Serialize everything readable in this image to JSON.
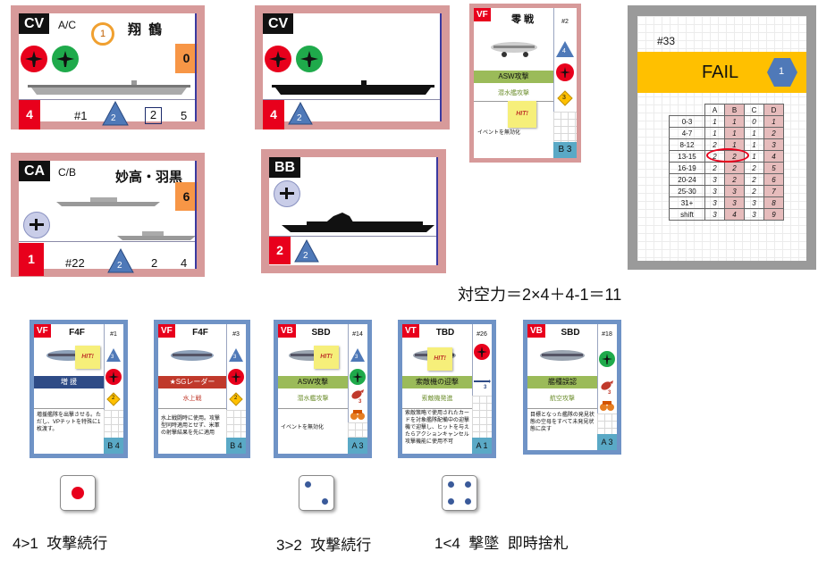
{
  "cards": {
    "cv1": {
      "type": "CV",
      "subtype": "A/C",
      "name": "翔 鶴",
      "medal": "1",
      "orange": "0",
      "red": "4",
      "num": "#1",
      "tri": "2",
      "box": "2",
      "last": "5"
    },
    "cv2": {
      "type": "CV",
      "red": "4",
      "tri": "2"
    },
    "ca": {
      "type": "CA",
      "subtype": "C/B",
      "name": "妙高・羽黒",
      "orange": "6",
      "red": "1",
      "num": "#22",
      "tri": "2",
      "a": "2",
      "b": "4"
    },
    "bb": {
      "type": "BB",
      "red": "2",
      "tri": "2"
    }
  },
  "zero": {
    "badge": "VF",
    "name": "零 戦",
    "num": "#2",
    "tri": "4",
    "diamond": "3",
    "band": "ASW攻撃",
    "subline": "潜水艦攻撃",
    "desc": "イベントを無効化",
    "grade": "B 3",
    "sticky": "HIT!"
  },
  "fail": {
    "id": "#33",
    "title": "FAIL",
    "hex": "1",
    "headers": [
      "",
      "A",
      "B",
      "C",
      "D"
    ],
    "rows": [
      [
        "0-3",
        "1",
        "1",
        "0",
        "1"
      ],
      [
        "4-7",
        "1",
        "1",
        "1",
        "2"
      ],
      [
        "8-12",
        "2",
        "1",
        "1",
        "3"
      ],
      [
        "13-15",
        "2",
        "2",
        "1",
        "4"
      ],
      [
        "16-19",
        "2",
        "2",
        "2",
        "5"
      ],
      [
        "20-24",
        "3",
        "2",
        "2",
        "6"
      ],
      [
        "25-30",
        "3",
        "3",
        "2",
        "7"
      ],
      [
        "31+",
        "3",
        "3",
        "3",
        "8"
      ],
      [
        "shift",
        "3",
        "4",
        "3",
        "9"
      ]
    ]
  },
  "aa_formula": "対空力＝2×4＋4-1＝11",
  "aircraft": [
    {
      "badge": "VF",
      "name": "F4F",
      "num": "#1",
      "tri": "3",
      "diamond": "2",
      "band": "増 援",
      "desc": "増援艦隊を出撃させる。ただし、VPチットを特殊に1枚渡す。",
      "grade": "B 4",
      "sticky": "HIT!"
    },
    {
      "badge": "VF",
      "name": "F4F",
      "num": "#3",
      "tri": "3",
      "diamond": "2",
      "band": "★SGレーダー",
      "subline": "水上戦",
      "desc": "水上戦闘時に使用。攻撃型同時適用とせず、米軍の射撃結果を先に適用",
      "grade": "B 4"
    },
    {
      "badge": "VB",
      "name": "SBD",
      "num": "#14",
      "tri": "3",
      "bomb": "3",
      "band": "ASW攻撃",
      "subline": "潜水艦攻撃",
      "desc": "イベントを無効化",
      "grade": "A 3",
      "sticky": "HIT!"
    },
    {
      "badge": "VT",
      "name": "TBD",
      "num": "#26",
      "torpedo": "3",
      "band": "索敵機の迎撃",
      "subline": "索敵機発進",
      "desc": "索敵策略で使用されたカードを対象艦隊配備中の迎撃機で迎撃し、ヒットを与えたらアクションキャンセル攻撃機能に使用不可",
      "grade": "A 1",
      "sticky": "HIT!"
    },
    {
      "badge": "VB",
      "name": "SBD",
      "num": "#18",
      "bomb": "3",
      "band": "艦種誤認",
      "subline": "航空攻撃",
      "desc": "目標となった艦隊の発見状態の空母をすべて未発見状態に戻す",
      "grade": "A 3"
    }
  ],
  "dice_captions": [
    "4>1  攻撃続行",
    "3>2  攻撃続行",
    "1<4  撃墜  即時捨札"
  ]
}
